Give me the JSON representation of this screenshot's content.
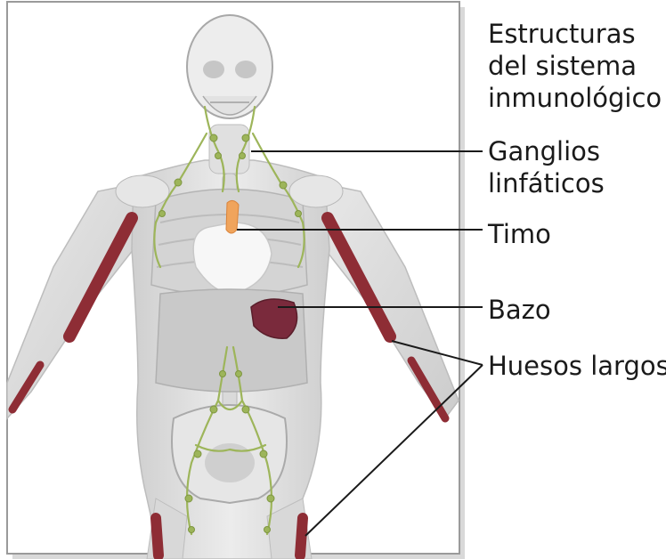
{
  "title": {
    "line1": "Estructuras",
    "line2": "del sistema",
    "line3": "inmunológico"
  },
  "labels": {
    "ganglios_line1": "Ganglios",
    "ganglios_line2": "linfáticos",
    "timo": "Timo",
    "bazo": "Bazo",
    "huesos": "Huesos largos"
  },
  "colors": {
    "panel_background": "#ffffff",
    "panel_border": "#9a9a9a",
    "body_fill": "#e3e3e3",
    "skeleton": "#f2f2f2",
    "bone_marrow": "#8e2d35",
    "lymph": "#9db55a",
    "thymus": "#f0a45c",
    "spleen": "#7a2a3c",
    "leader_line": "#1a1a1a"
  }
}
